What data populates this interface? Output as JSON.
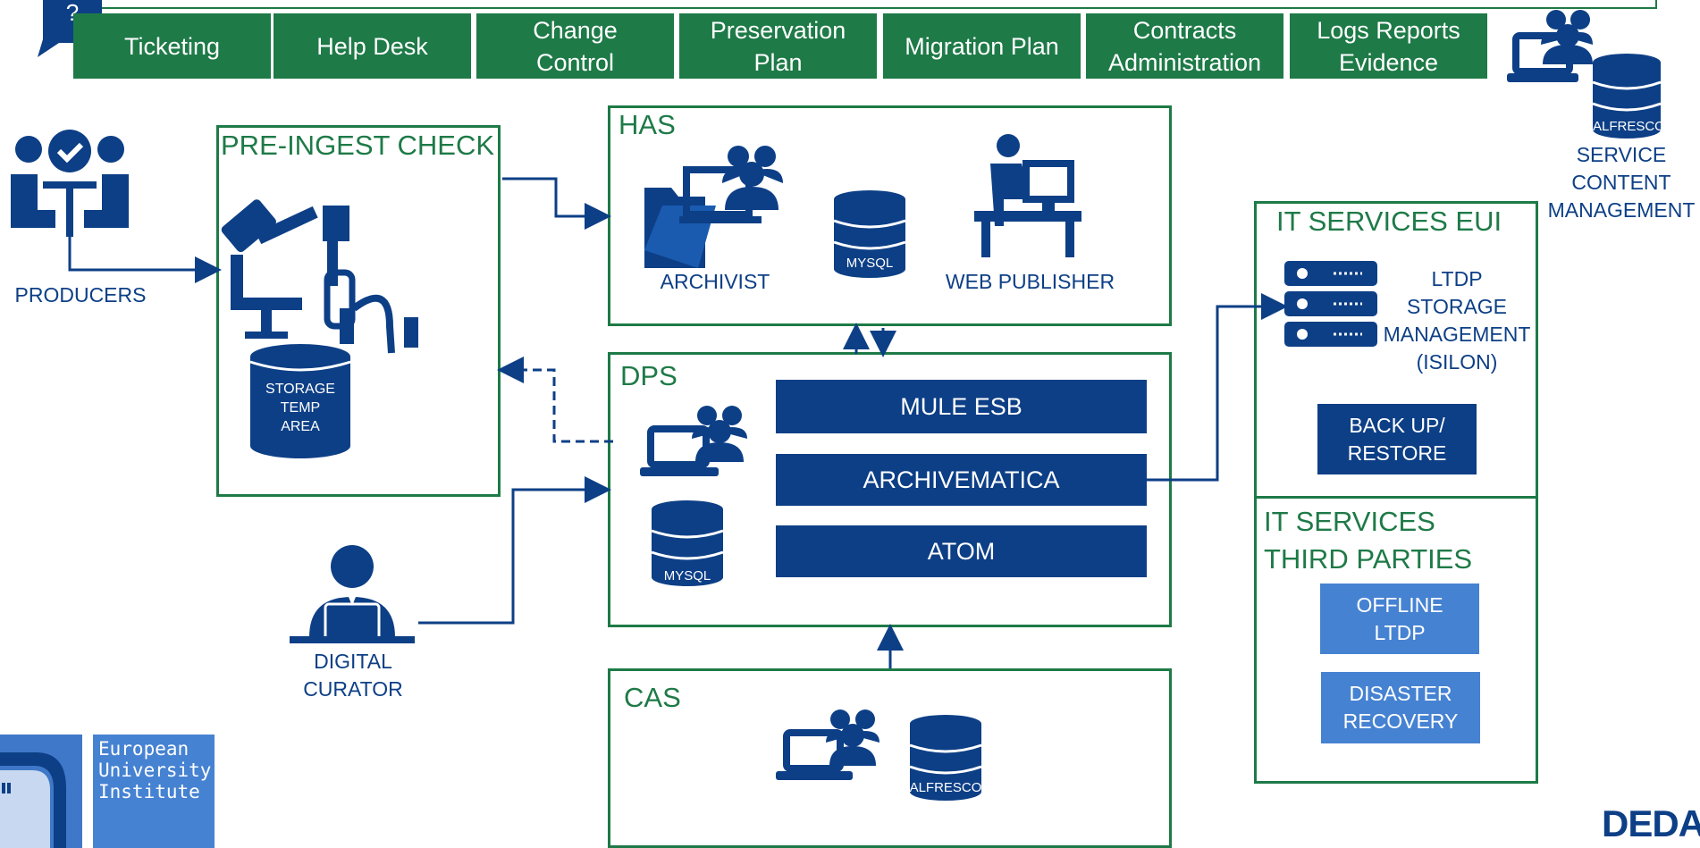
{
  "colors": {
    "green": "#1e7a47",
    "navy": "#0d3f86",
    "light_blue": "#4682d2"
  },
  "header": {
    "help_icon": "?",
    "tabs": [
      {
        "label": "Ticketing"
      },
      {
        "label": "Help Desk"
      },
      {
        "label": "Change\nControl"
      },
      {
        "label": "Preservation\nPlan"
      },
      {
        "label": "Migration Plan"
      },
      {
        "label": "Contracts\nAdministration"
      },
      {
        "label": "Logs Reports\nEvidence"
      }
    ]
  },
  "service_content": {
    "db_label": "ALFRESCO",
    "label": "SERVICE\nCONTENT\nMANAGEMENT",
    "icons": [
      "archivist-group-icon",
      "database-icon"
    ]
  },
  "producers": {
    "label": "PRODUCERS",
    "icon": "producers-approval-icon"
  },
  "pre_ingest": {
    "title": "PRE-INGEST CHECK",
    "storage_label": "STORAGE\nTEMP\nAREA",
    "icon": "usb-devices-icon"
  },
  "has": {
    "title": "HAS",
    "archivist_label": "ARCHIVIST",
    "db_label": "MYSQL",
    "publisher_label": "WEB PUBLISHER"
  },
  "dps": {
    "title": "DPS",
    "db_label": "MYSQL",
    "bars": [
      "MULE ESB",
      "ARCHIVEMATICA",
      "ATOM"
    ]
  },
  "curator": {
    "label": "DIGITAL\nCURATOR"
  },
  "cas": {
    "title": "CAS",
    "db_label": "ALFRESCO"
  },
  "it_eui": {
    "title": "IT SERVICES EUI",
    "storage_label": "LTDP\nSTORAGE\nMANAGEMENT\n(ISILON)",
    "backup_label": "BACK UP/\nRESTORE"
  },
  "it_third": {
    "title": "IT SERVICES\nTHIRD PARTIES",
    "offline_label": "OFFLINE\nLTDP",
    "disaster_label": "DISASTER\nRECOVERY"
  },
  "logo": {
    "text": "European\nUniversity\nInstitute"
  },
  "brand": {
    "text": "DEDAGR"
  }
}
